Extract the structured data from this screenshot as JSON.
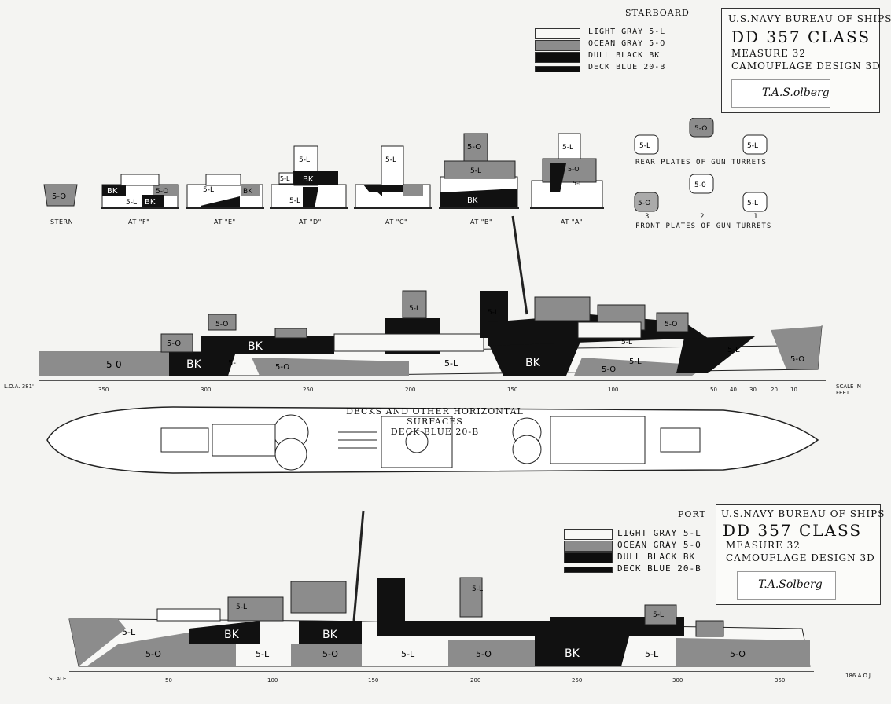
{
  "starboard": {
    "side_label": "STARBOARD",
    "title_line1": "U.S.NAVY   BUREAU OF SHIPS",
    "title_line2": "DD 357 CLASS",
    "title_line3": "MEASURE  32",
    "title_line4": "CAMOUFLAGE DESIGN  3D",
    "legend": [
      {
        "label": "LIGHT GRAY 5-L",
        "color": "#f8f8f6"
      },
      {
        "label": "OCEAN GRAY 5-O",
        "color": "#8c8c8c"
      },
      {
        "label": "DULL BLACK  BK",
        "color": "#0d0d0d"
      },
      {
        "label": "DECK BLUE  20-B",
        "color": "#ffffff"
      }
    ],
    "sections": [
      "STERN",
      "AT \"F\"",
      "AT \"E\"",
      "AT \"D\"",
      "AT \"C\"",
      "AT \"B\"",
      "AT \"A\""
    ],
    "rear_plates": "REAR PLATES OF GUN TURRETS",
    "front_plates": "FRONT PLATES OF GUN TURRETS",
    "turret_numbers": [
      "3",
      "2",
      "1"
    ],
    "loa": "L.O.A. 381'",
    "scale": "SCALE IN FEET",
    "ticks": [
      "350",
      "300",
      "250",
      "200",
      "150",
      "100",
      "50",
      "40",
      "30",
      "20",
      "10"
    ],
    "deck_note_line1": "DECKS AND OTHER HORIZONTAL SURFACES",
    "deck_note_line2": "DECK BLUE 20-B"
  },
  "port": {
    "side_label": "PORT",
    "title_line1": "U.S.NAVY   BUREAU OF SHIPS",
    "title_line2": "DD 357 CLASS",
    "title_line3": "MEASURE  32",
    "title_line4": "CAMOUFLAGE DESIGN  3D",
    "legend": [
      {
        "label": "LIGHT GRAY 5-L",
        "color": "#f8f8f6"
      },
      {
        "label": "OCEAN GRAY 5-O",
        "color": "#8c8c8c"
      },
      {
        "label": "DULL BLACK  BK",
        "color": "#0d0d0d"
      },
      {
        "label": "DECK BLUE  20-B",
        "color": "#ffffff"
      }
    ],
    "loa": "186 A.O.J.",
    "ticks": [
      "SCALE",
      "50",
      "100",
      "150",
      "200",
      "250",
      "300",
      "350"
    ]
  },
  "markings": {
    "light": "5-L",
    "ocean": "5-O",
    "black": "BK"
  }
}
